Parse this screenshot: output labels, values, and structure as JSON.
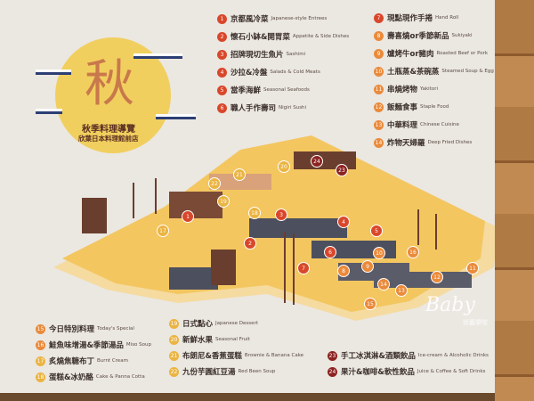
{
  "logo": {
    "glyph": "秋",
    "title": "秋季料理導覽",
    "subtitle": "欣葉日本料理館前店"
  },
  "legend_top": [
    {
      "n": "1",
      "zh": "京都風冷菜",
      "en": "Japanese-style Entrees",
      "color": "#d9472b"
    },
    {
      "n": "2",
      "zh": "懷石小缽&開胃菜",
      "en": "Appetite & Side Dishes",
      "color": "#d9472b"
    },
    {
      "n": "3",
      "zh": "招牌現切生魚片",
      "en": "Sashimi",
      "color": "#d9472b"
    },
    {
      "n": "4",
      "zh": "沙拉&冷盤",
      "en": "Salads & Cold Meats",
      "color": "#d9472b"
    },
    {
      "n": "5",
      "zh": "當季海鮮",
      "en": "Seasonal Seafoods",
      "color": "#d9472b"
    },
    {
      "n": "6",
      "zh": "職人手作壽司",
      "en": "Nigiri Sushi",
      "color": "#d9472b"
    },
    {
      "n": "7",
      "zh": "現點現作手捲",
      "en": "Hand Roll",
      "color": "#d9472b"
    },
    {
      "n": "8",
      "zh": "壽喜燒or季節新品",
      "en": "Sukiyaki",
      "color": "#ea8a3a"
    },
    {
      "n": "9",
      "zh": "爐烤牛or豬肉",
      "en": "Roasted Beef or Pork",
      "color": "#ea8a3a"
    },
    {
      "n": "10",
      "zh": "土瓶蒸&茶碗蒸",
      "en": "Steamed Soup & Egg",
      "color": "#ea8a3a"
    },
    {
      "n": "11",
      "zh": "串燒烤物",
      "en": "Yakitori",
      "color": "#ea8a3a"
    },
    {
      "n": "12",
      "zh": "飯麵食事",
      "en": "Staple Food",
      "color": "#ea8a3a"
    },
    {
      "n": "13",
      "zh": "中華料理",
      "en": "Chinese Cuisine",
      "color": "#ea8a3a"
    },
    {
      "n": "14",
      "zh": "炸物天婦羅",
      "en": "Deep Fried Dishes",
      "color": "#ea8a3a"
    }
  ],
  "legend_bottom": [
    {
      "n": "15",
      "zh": "今日特別料理",
      "en": "Today's Special",
      "color": "#ea8a3a"
    },
    {
      "n": "16",
      "zh": "鮭魚味增湯&季節湯品",
      "en": "Miso Soup",
      "color": "#ea8a3a"
    },
    {
      "n": "17",
      "zh": "炙燒焦糖布丁",
      "en": "Burnt Cream",
      "color": "#ebb441"
    },
    {
      "n": "18",
      "zh": "蛋糕&冰奶酪",
      "en": "Cake & Panna Cotta",
      "color": "#ebb441"
    },
    {
      "n": "19",
      "zh": "日式點心",
      "en": "Japanese Dessert",
      "color": "#ebb441"
    },
    {
      "n": "20",
      "zh": "新鮮水果",
      "en": "Seasonal Fruit",
      "color": "#ebb441"
    },
    {
      "n": "21",
      "zh": "布朗尼&香蕉蛋糕",
      "en": "Brownie & Banana Cake",
      "color": "#ebb441"
    },
    {
      "n": "22",
      "zh": "九份芋圓紅豆湯",
      "en": "Red Been Soup",
      "color": "#ebb441"
    },
    {
      "n": "23",
      "zh": "手工冰淇淋&酒類飲品",
      "en": "Ice-cream & Alcoholic Drinks",
      "color": "#8c2321"
    },
    {
      "n": "24",
      "zh": "果汁&咖啡&軟性飲品",
      "en": "Juice & Coffee & Soft Drinks",
      "color": "#8c2321"
    }
  ],
  "map_markers": [
    "1",
    "2",
    "3",
    "4",
    "5",
    "6",
    "7",
    "8",
    "9",
    "10",
    "11",
    "12",
    "13",
    "14",
    "15",
    "16",
    "17",
    "18",
    "19",
    "20",
    "21",
    "22",
    "23",
    "24"
  ],
  "watermark": {
    "text": "Baby",
    "sub": "就醬樂啦"
  }
}
